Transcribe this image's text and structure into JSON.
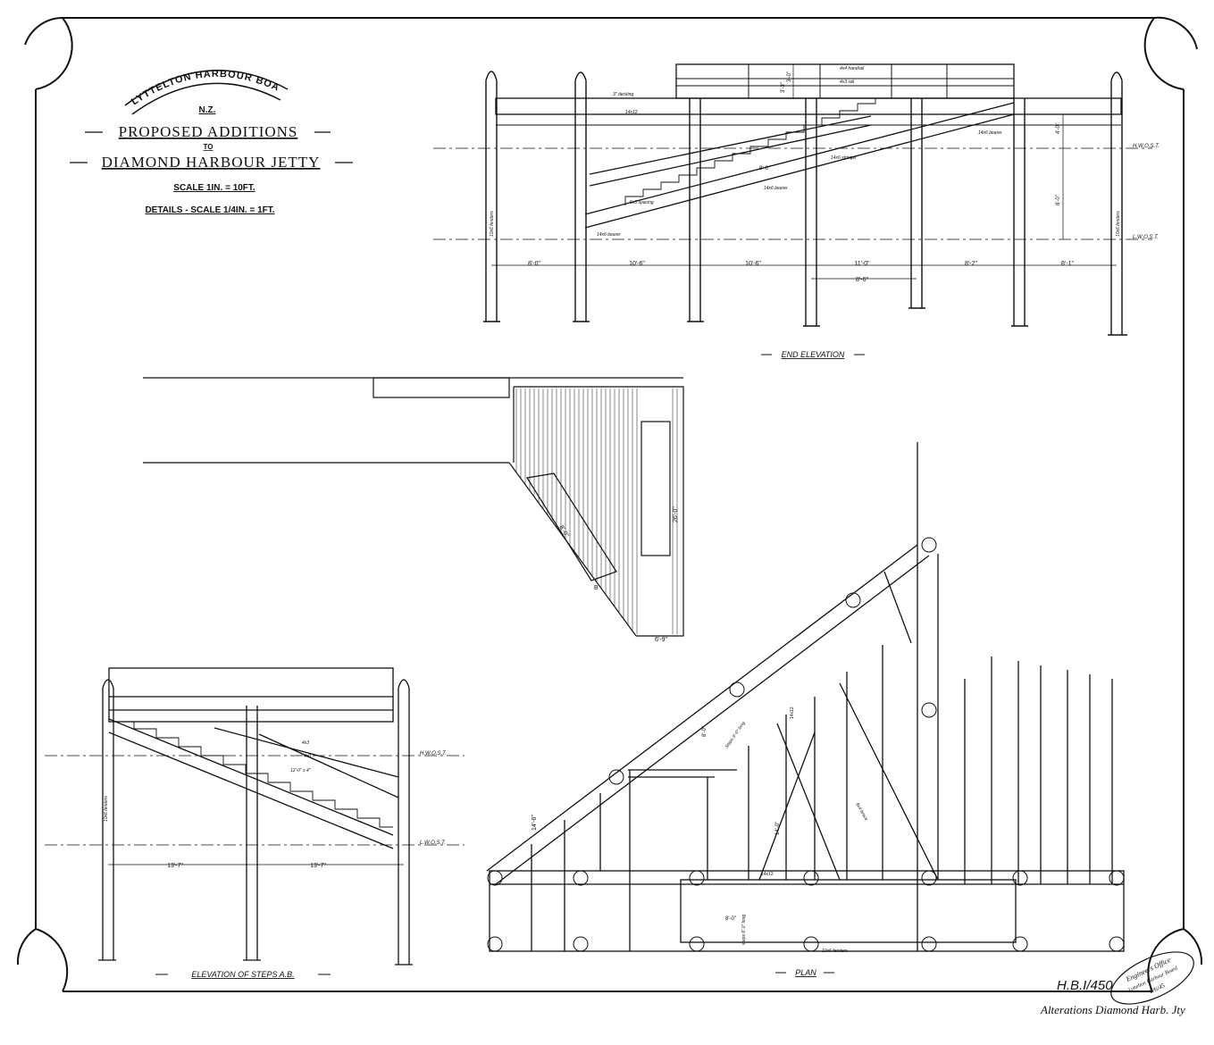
{
  "title_block": {
    "board": "LYTTELTON HARBOUR BOARD",
    "country": "N.Z.",
    "line1": "PROPOSED ADDITIONS",
    "line2": "TO",
    "line3": "DIAMOND HARBOUR JETTY",
    "scale": "SCALE 1IN. = 10FT.",
    "details_scale": "DETAILS - SCALE 1/4IN. = 1FT."
  },
  "end_elevation": {
    "caption": "END ELEVATION",
    "water_high": "H.W.O.S.T.",
    "water_low": "L.W.O.S.T.",
    "handrail": "4x4 handrail",
    "rail": "4x3 rail",
    "decking": "3\" decking",
    "beam": "14x12",
    "stringer": "14x6 stringer",
    "bearer_a": "14x6 bearer",
    "bearer_b": "14x6 bearer",
    "bearer_c": "14x6 bearer",
    "spacing_label": "6x3 spacing",
    "fender_left": "10x6 fenders",
    "fender_right": "10x6 fenders",
    "dim_top": "3'-0\"",
    "dim_gap": "3'-3\"",
    "dim_mid": "4'-0\"",
    "dim_low": "8'-0\"",
    "dim_step": "8'-6\"",
    "spans": [
      "8'-0\"",
      "10'-6\"",
      "10'-6\"",
      "11'-0\"",
      "8'-2\"",
      "8'-1\""
    ],
    "sub_span": "8'-6\""
  },
  "plan_detail": {
    "dim_stair": "8'-0\"",
    "dim_height": "26'-0\"",
    "dim_base": "6'-9\"",
    "mark": "B"
  },
  "steps_elevation": {
    "caption": "ELEVATION OF STEPS A.B.",
    "water_high": "H.W.O.S.T.",
    "water_low": "L.W.O.S.T.",
    "fender": "10x6 fenders",
    "spans": [
      "13'-7\"",
      "13'-7\""
    ],
    "rail_a": "4x3",
    "rail_b": "4x3",
    "tread": "12'-0\" x 4\""
  },
  "plan": {
    "caption": "PLAN",
    "dim_a": "14'-6\"",
    "dim_b": "8'-0\"",
    "dim_c": "14'-0\"",
    "dim_d": "8'-0\"",
    "dim_e": "14x12",
    "dim_f": "14x12",
    "brace": "8x4 brace",
    "steps": "steps 6'-0\" long",
    "steps_b": "Steps 6'-0\" long",
    "fender": "10x6 fenders"
  },
  "footer": {
    "drawing_no": "H.B.I/450",
    "note": "Alterations Diamond Harb. Jty",
    "stamp_l1": "Engineers Office",
    "stamp_l2": "Lyttelton Harbour Board",
    "stamp_date": "8/6/45"
  }
}
